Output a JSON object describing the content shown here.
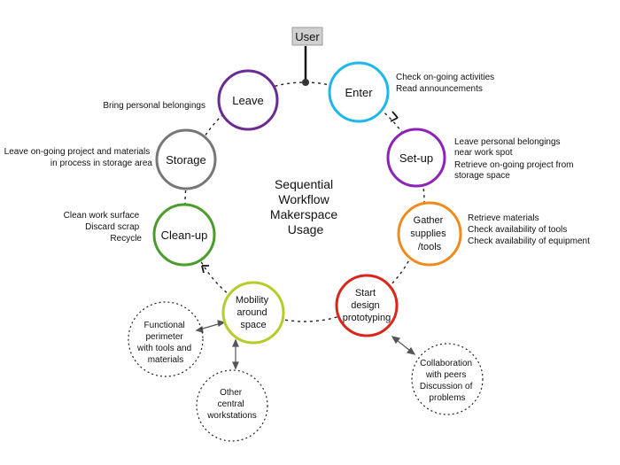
{
  "user": {
    "label": "User"
  },
  "center_title": [
    "Sequential",
    "Workflow",
    "Makerspace",
    "Usage"
  ],
  "steps": [
    {
      "id": "enter",
      "lines": [
        "Enter"
      ],
      "color": "#1db7ea",
      "notes": [
        "Check on-going activities",
        "Read announcements"
      ]
    },
    {
      "id": "setup",
      "lines": [
        "Set-up"
      ],
      "color": "#8e22b8",
      "notes": [
        "Leave personal belongings",
        "near work spot",
        "Retrieve on-going project from",
        "storage space"
      ]
    },
    {
      "id": "gather",
      "lines": [
        "Gather",
        "supplies",
        "/tools"
      ],
      "color": "#f08a1c",
      "notes": [
        "Retrieve materials",
        "Check availability of tools",
        "Check availability of equipment"
      ]
    },
    {
      "id": "start",
      "lines": [
        "Start",
        "design",
        "prototyping"
      ],
      "color": "#d8261b",
      "notes": []
    },
    {
      "id": "mobility",
      "lines": [
        "Mobility",
        "around",
        "space"
      ],
      "color": "#b7cc2a",
      "notes": []
    },
    {
      "id": "cleanup",
      "lines": [
        "Clean-up"
      ],
      "color": "#4a9d2b",
      "notes": [
        "Clean work surface",
        "Discard scrap",
        "Recycle"
      ]
    },
    {
      "id": "storage",
      "lines": [
        "Storage"
      ],
      "color": "#777777",
      "notes": [
        "Leave on-going project and materials",
        "in process in storage area"
      ]
    },
    {
      "id": "leave",
      "lines": [
        "Leave"
      ],
      "color": "#6a2c91",
      "notes": [
        "Bring personal belongings"
      ]
    }
  ],
  "peripherals": [
    {
      "id": "perimeter",
      "lines": [
        "Functional",
        "perimeter",
        "with tools and",
        "materials"
      ]
    },
    {
      "id": "central",
      "lines": [
        "Other",
        "central",
        "workstations"
      ]
    },
    {
      "id": "collab",
      "lines": [
        "Collaboration",
        "with peers",
        "Discussion of",
        "problems"
      ]
    }
  ]
}
